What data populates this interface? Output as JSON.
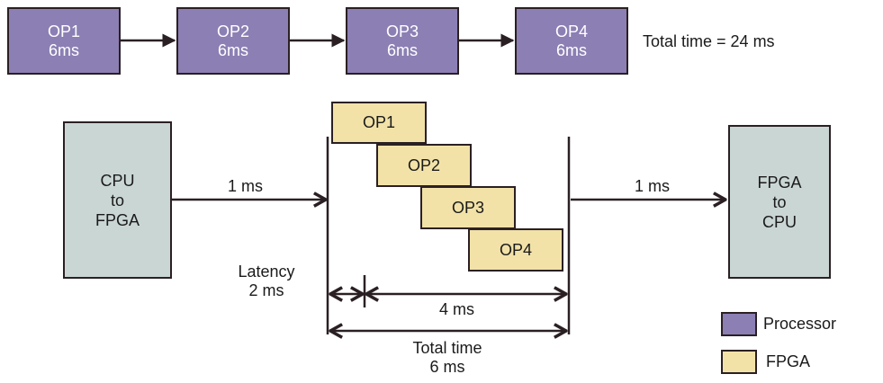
{
  "sequential": {
    "ops": [
      {
        "name": "OP1",
        "time": "6ms"
      },
      {
        "name": "OP2",
        "time": "6ms"
      },
      {
        "name": "OP3",
        "time": "6ms"
      },
      {
        "name": "OP4",
        "time": "6ms"
      }
    ],
    "total_label": "Total time = 24 ms"
  },
  "pipeline": {
    "cpu_box": [
      "CPU",
      "to",
      "FPGA"
    ],
    "fpga_box": [
      "FPGA",
      "to",
      "CPU"
    ],
    "transfer_in": "1 ms",
    "transfer_out": "1 ms",
    "ops": [
      "OP1",
      "OP2",
      "OP3",
      "OP4"
    ],
    "latency": [
      "Latency",
      "2 ms"
    ],
    "span": "4 ms",
    "total": [
      "Total time",
      "6 ms"
    ]
  },
  "legend": {
    "processor": "Processor",
    "fpga": "FPGA"
  },
  "colors": {
    "processor": "#8c7fb4",
    "fpga": "#f2e2a8",
    "transfer_box": "#cad6d4",
    "line": "#2a2023"
  }
}
